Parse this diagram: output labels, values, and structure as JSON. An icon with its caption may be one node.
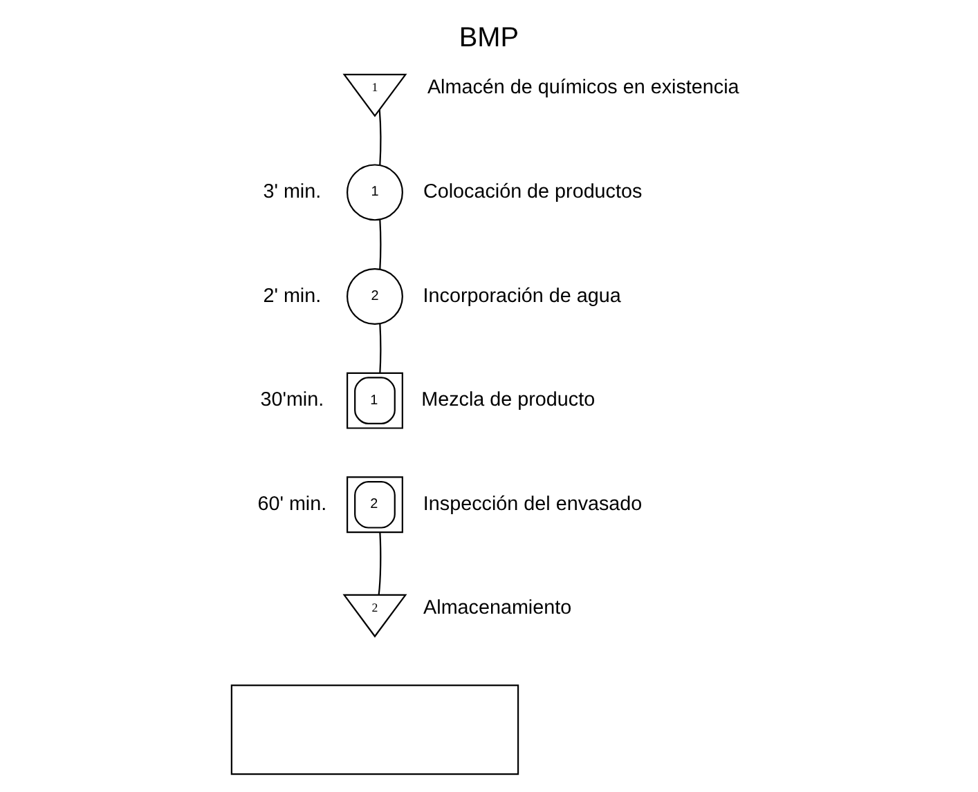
{
  "diagram": {
    "title": "BMP",
    "nodes": [
      {
        "text": [
          "1"
        ],
        "beside": [
          "Almacén de químicos en existencia"
        ]
      },
      {
        "text": [
          "1"
        ],
        "beside": [
          "3' min.",
          "Colocación de productos"
        ]
      },
      {
        "text": [
          "2"
        ],
        "beside": [
          "2' min.",
          "Incorporación de agua"
        ]
      },
      {
        "text": [
          "1"
        ],
        "beside": [
          "30'min.",
          "Mezcla de producto"
        ]
      },
      {
        "text": [
          "2"
        ],
        "beside": [
          "60' min.",
          "Inspección del envasado"
        ]
      },
      {
        "text": [
          "2"
        ],
        "beside": [
          "Almacenamiento"
        ]
      },
      {
        "text": [],
        "shape": "box"
      }
    ],
    "edges": [
      {
        "from": 0,
        "to": 1,
        "arrow": "none"
      },
      {
        "from": 1,
        "to": 2,
        "arrow": "none"
      },
      {
        "from": 2,
        "to": 3,
        "arrow": "none"
      },
      {
        "from": 4,
        "to": 5,
        "arrow": "none"
      }
    ]
  }
}
